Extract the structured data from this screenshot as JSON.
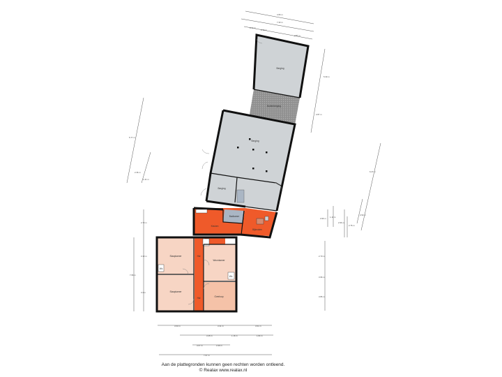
{
  "colors": {
    "barn_floor": "#cfd3d6",
    "terrace": "#9a9a9a",
    "accent_orange": "#ef5a2a",
    "bedroom_pink": "#f7d5c4",
    "front_peach": "#f5c2a8",
    "bath_blue": "#aab6c4",
    "wall": "#111111"
  },
  "rooms": {
    "barn_top": "Berging",
    "terrace": "Buitenberging",
    "barn_main": "Berging",
    "barn_small": "Berging",
    "kitchen": "Keuken",
    "bathroom": "Badkamer",
    "utility": "Bijkeuken",
    "bedroom_1": "Slaapkamer",
    "bedroom_2": "Slaapkamer",
    "front_room": "Overloop",
    "living": "Woonkamer",
    "hall_1": "Hal",
    "hall_2": "Hal",
    "wc": "Wc",
    "toilet": "Wc"
  },
  "dims": {
    "top_1": "4.66 m",
    "top_2": "7.33 m",
    "top_3a": "0.77 m",
    "top_3b": "0.79 m",
    "top_3c": "2.87 m",
    "right_barn_1": "5.30 m",
    "right_barn_2": "2.87 m",
    "left_barn_1": "5.77 m",
    "left_barn_2": "2.36 m",
    "left_barn_3": "1.41 m",
    "right_far": "6.47 m",
    "left_house_total": "7.96 m",
    "left_house_1": "3.10 m",
    "left_house_2": "3.4 m",
    "left_house_top": "2.70 m",
    "right_house_1": "2.70 m",
    "right_house_2": "3.96 m",
    "right_house_3": "3.86 m",
    "right_mid_1": "3.96 m",
    "right_mid_2": "1.11 m",
    "right_mid_3": "2.96 m",
    "right_mid_4": "2.76 m",
    "right_mid_5": "2.93 m",
    "bottom_1a": "3.60 m",
    "bottom_1b": "3.31 m",
    "bottom_1c": "3.61 m",
    "bottom_2a": "3.45 m",
    "bottom_2b": "1.16 m",
    "bottom_2c": "1.84 m",
    "bottom_3a": "3.07 m",
    "bottom_3b": "3.36 m",
    "bottom_total": "7.97 m"
  },
  "footer": {
    "line1": "Aan de plattegronden kunnen geen rechten worden ontleend.",
    "line2": "© Realax www.realax.nl"
  }
}
